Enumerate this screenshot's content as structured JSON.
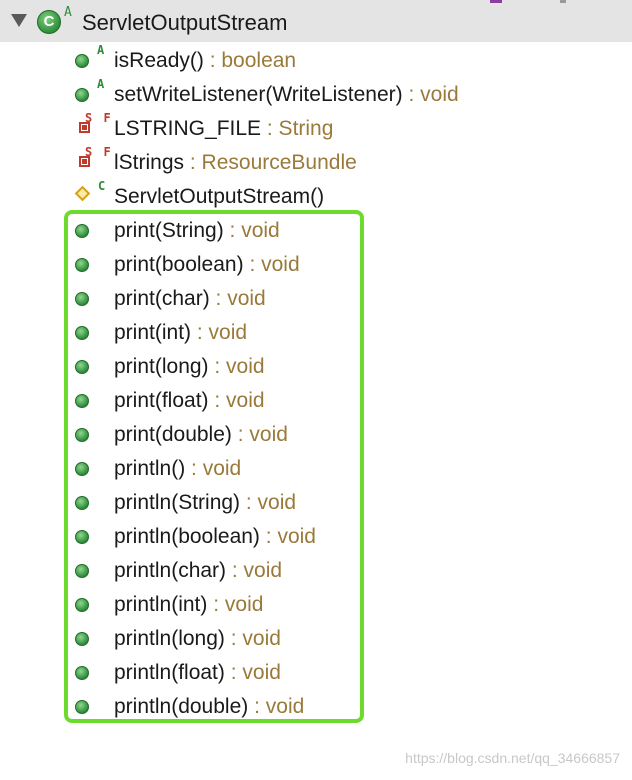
{
  "header": {
    "class_name": "ServletOutputStream",
    "class_icon_letter": "C",
    "class_modifier": "A"
  },
  "members": [
    {
      "icon": "public-method-icon",
      "modifier": "A",
      "signature": "isReady()",
      "return_type": ": boolean"
    },
    {
      "icon": "public-method-icon",
      "modifier": "A",
      "signature": "setWriteListener(WriteListener)",
      "return_type": ": void"
    },
    {
      "icon": "private-field-icon",
      "modifier": "S F",
      "signature": "LSTRING_FILE",
      "return_type": ": String"
    },
    {
      "icon": "private-field-icon",
      "modifier": "S F",
      "signature": "lStrings",
      "return_type": ": ResourceBundle"
    },
    {
      "icon": "protected-constructor-icon",
      "modifier": "C",
      "signature": "ServletOutputStream()",
      "return_type": ""
    },
    {
      "icon": "public-method-icon",
      "modifier": "",
      "signature": "print(String)",
      "return_type": ": void"
    },
    {
      "icon": "public-method-icon",
      "modifier": "",
      "signature": "print(boolean)",
      "return_type": ": void"
    },
    {
      "icon": "public-method-icon",
      "modifier": "",
      "signature": "print(char)",
      "return_type": ": void"
    },
    {
      "icon": "public-method-icon",
      "modifier": "",
      "signature": "print(int)",
      "return_type": ": void"
    },
    {
      "icon": "public-method-icon",
      "modifier": "",
      "signature": "print(long)",
      "return_type": ": void"
    },
    {
      "icon": "public-method-icon",
      "modifier": "",
      "signature": "print(float)",
      "return_type": ": void"
    },
    {
      "icon": "public-method-icon",
      "modifier": "",
      "signature": "print(double)",
      "return_type": ": void"
    },
    {
      "icon": "public-method-icon",
      "modifier": "",
      "signature": "println()",
      "return_type": ": void"
    },
    {
      "icon": "public-method-icon",
      "modifier": "",
      "signature": "println(String)",
      "return_type": ": void"
    },
    {
      "icon": "public-method-icon",
      "modifier": "",
      "signature": "println(boolean)",
      "return_type": ": void"
    },
    {
      "icon": "public-method-icon",
      "modifier": "",
      "signature": "println(char)",
      "return_type": ": void"
    },
    {
      "icon": "public-method-icon",
      "modifier": "",
      "signature": "println(int)",
      "return_type": ": void"
    },
    {
      "icon": "public-method-icon",
      "modifier": "",
      "signature": "println(long)",
      "return_type": ": void"
    },
    {
      "icon": "public-method-icon",
      "modifier": "",
      "signature": "println(float)",
      "return_type": ": void"
    },
    {
      "icon": "public-method-icon",
      "modifier": "",
      "signature": "println(double)",
      "return_type": ": void"
    }
  ],
  "watermark": "https://blog.csdn.net/qq_34666857",
  "colors": {
    "highlight_border": "#6ddb2e",
    "return_type": "#9a7a3a",
    "method_icon": "#2e8b3a"
  }
}
